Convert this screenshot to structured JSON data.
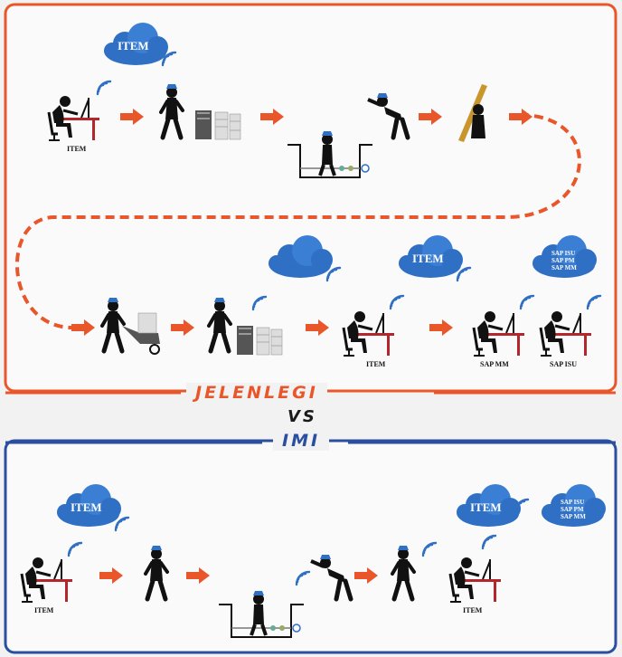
{
  "clouds": {
    "item": "ITEM",
    "sap_isu": "SAP ISU",
    "sap_pm": "SAP PM",
    "sap_mm": "SAP MM"
  },
  "labels": {
    "item": "ITEM",
    "sap_mm": "SAP MM",
    "sap_isu": "SAP ISU"
  },
  "banners": {
    "current": "JELENLEGI",
    "versus": "VS",
    "future": "IMI"
  },
  "colors": {
    "current_border": "#e8562a",
    "future_border": "#2a4fa0",
    "arrow": "#e8562a",
    "cloud": "#2f6fc4"
  }
}
